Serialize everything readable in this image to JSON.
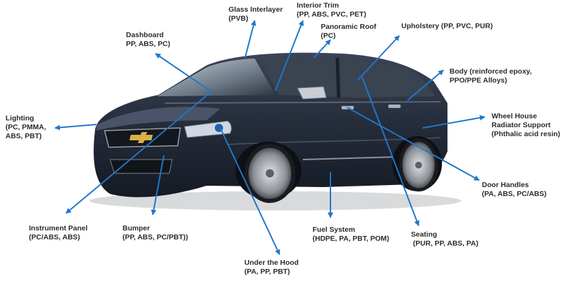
{
  "colors": {
    "arrow": "#1f77c9",
    "body_paint": "#2a3140",
    "text": "#2b2b2b"
  },
  "labels": {
    "glass": [
      "Glass Interlayer",
      "(PVB)"
    ],
    "interior_trim": [
      "Interior  Trim",
      "(PP, ABS, PVC, PET)"
    ],
    "panoramic_roof": [
      "Panoramic Roof",
      "(PC)"
    ],
    "upholstery": [
      "Upholstery (PP, PVC, PUR)"
    ],
    "dashboard": [
      "Dashboard",
      "PP, ABS, PC)"
    ],
    "body": [
      "Body (reinforced epoxy,",
      "PPO/PPE Alloys)"
    ],
    "lighting": [
      "Lighting",
      "(PC, PMMA,",
      "ABS, PBT)"
    ],
    "wheel_house": [
      "Wheel House",
      "Radiator Support",
      "(Phthalic acid resin)"
    ],
    "door_handles": [
      "Door Handles",
      "(PA, ABS, PC/ABS)"
    ],
    "instrument_panel": [
      "Instrument Panel",
      "(PC/ABS, ABS)"
    ],
    "bumper": [
      "Bumper",
      "(PP, ABS, PC/PBT))"
    ],
    "fuel_system": [
      "Fuel System",
      "(HDPE, PA, PBT, POM)"
    ],
    "seating": [
      "Seating",
      " (PUR, PP, ABS, PA)"
    ],
    "under_hood": [
      "Under the Hood",
      "(PA, PP, PBT)"
    ]
  }
}
